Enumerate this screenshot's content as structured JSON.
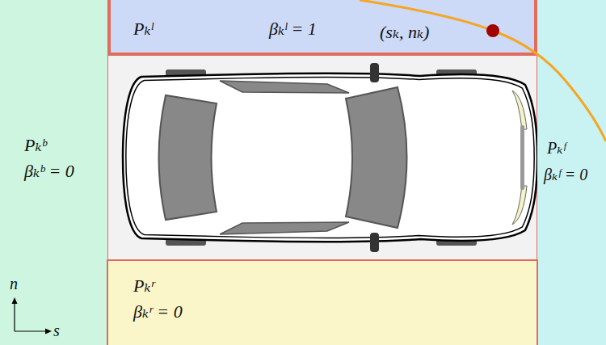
{
  "diagram": {
    "nodes": [
      {
        "text": [
          "Pₖˡ",
          "βₖˡ = 1"
        ]
      },
      {
        "text": [
          "Pₖᵇ",
          "βₖᵇ = 0"
        ]
      },
      {
        "text": [
          "Pₖᶠ",
          "βₖᶠ = 0"
        ]
      },
      {
        "text": [
          "Pₖʳ",
          "βₖʳ = 0"
        ]
      }
    ],
    "labels": [
      "(sₖ, nₖ)",
      "n",
      "s"
    ]
  }
}
